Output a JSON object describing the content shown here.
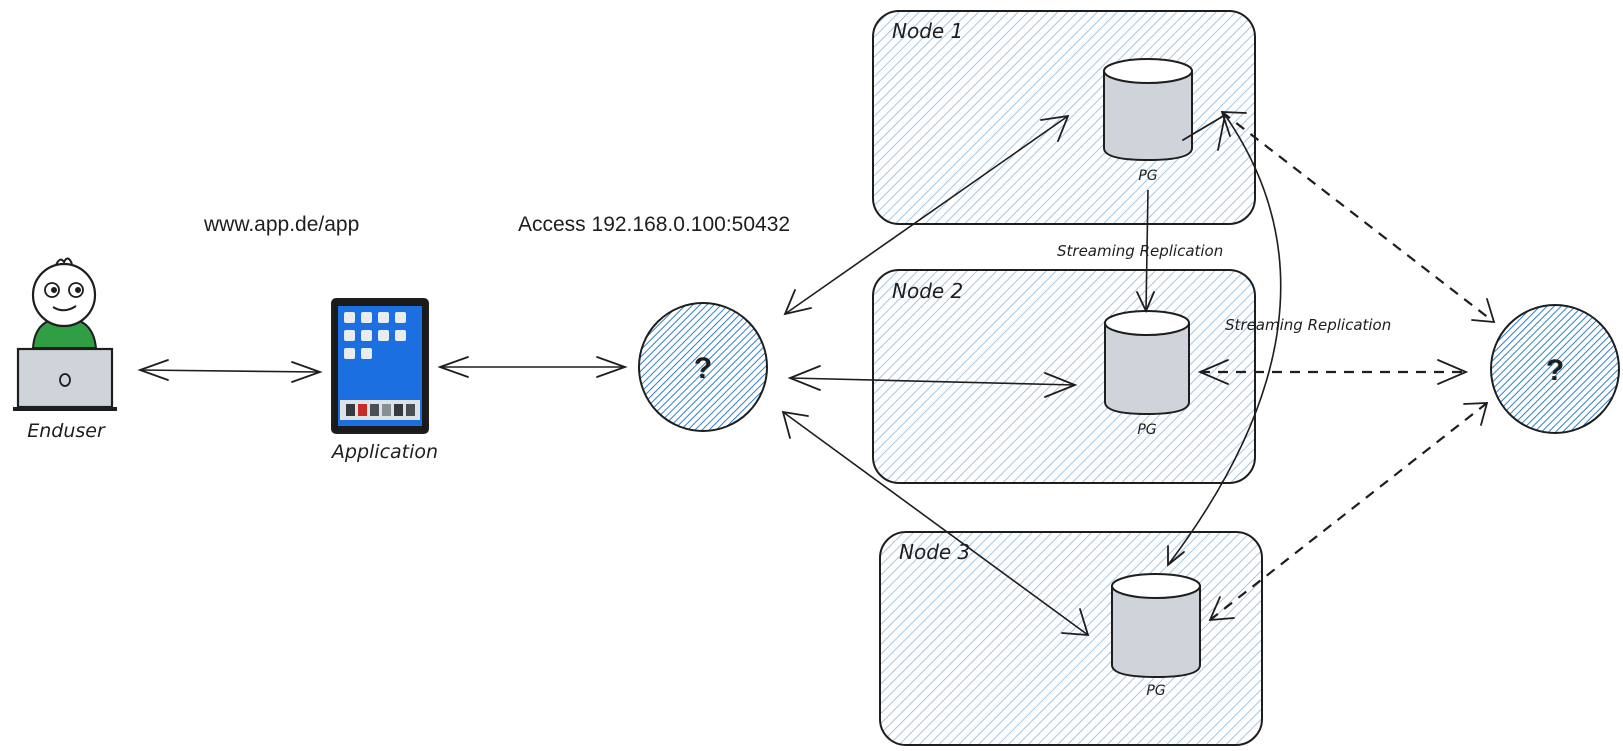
{
  "enduser": {
    "label": "Enduser"
  },
  "application": {
    "label": "Application"
  },
  "url_label": "www.app.de/app",
  "access_label": "Access 192.168.0.100:50432",
  "left_vip": {
    "label": "?"
  },
  "right_vip": {
    "label": "?"
  },
  "nodes": [
    {
      "title": "Node 1",
      "db_label": "PG"
    },
    {
      "title": "Node 2",
      "db_label": "PG"
    },
    {
      "title": "Node 3",
      "db_label": "PG"
    }
  ],
  "replication": {
    "label_1": "Streaming Replication",
    "label_2": "Streaming Replication"
  },
  "colors": {
    "vip_fill": "#1971c2",
    "node_fill": "#a5c8e4",
    "db_fill": "#ced4da",
    "person_shirt": "#2f9e44",
    "tablet_screen": "#1c6fe0"
  }
}
